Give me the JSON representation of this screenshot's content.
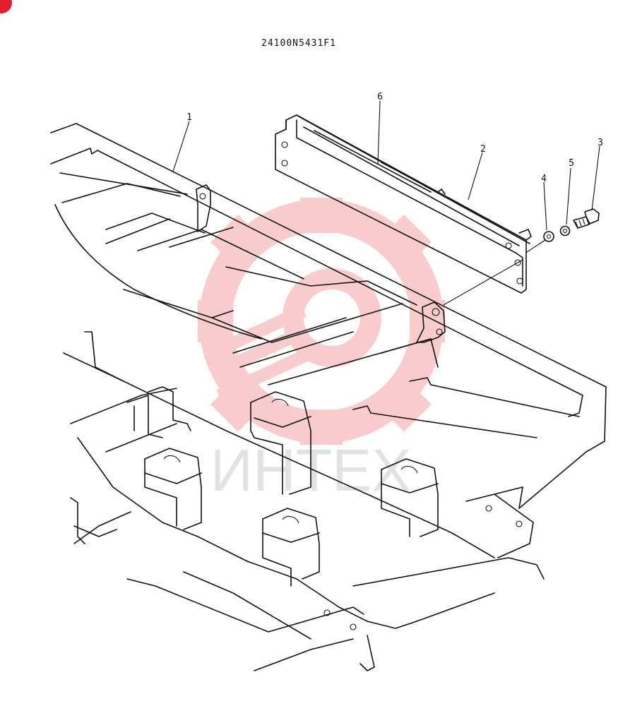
{
  "diagram": {
    "part_code": "24100N5431F1",
    "callouts": [
      "1",
      "2",
      "3",
      "4",
      "5",
      "6"
    ]
  },
  "watermark": {
    "text": "ИНТЕХ",
    "gear_color": "#f3a3a3",
    "text_color": "#bfbfbf"
  },
  "corner_badge": {
    "color": "#e0202f"
  }
}
